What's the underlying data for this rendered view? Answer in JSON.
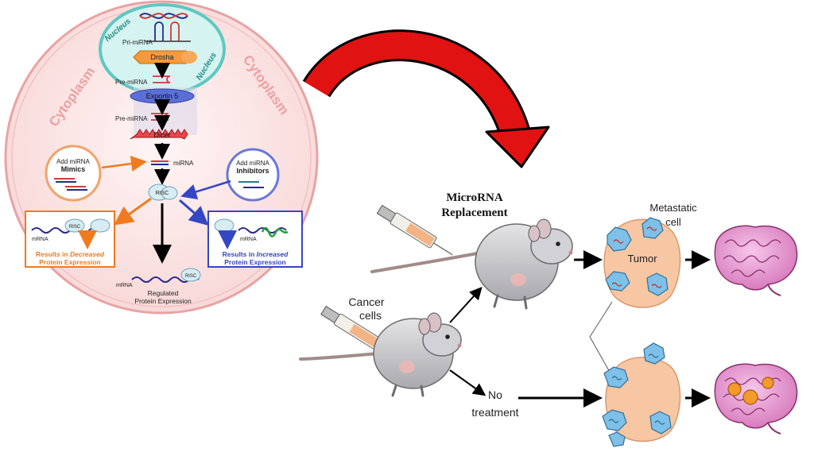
{
  "cell": {
    "cytoplasm_left": "Cytoplasm",
    "cytoplasm_right": "Cytoplasm",
    "nucleus_left": "Nucleus",
    "nucleus_right": "Nucleus",
    "pri_mirna": "Pri-miRNA",
    "drosha": "Drosha",
    "pre_mirna_1": "Pre-miRNA",
    "exportin": "Exportin 5",
    "pre_mirna_2": "Pre-miRNA",
    "dicer": "Dicer",
    "mirna": "miRNA",
    "risc": "RISC",
    "mimics_line1": "Add miRNA",
    "mimics_line2": "Mimics",
    "inhibitors_line1": "Add miRNA",
    "inhibitors_line2": "Inhibitors",
    "left_box": {
      "mrna": "mRNA",
      "risc": "RISC",
      "result_prefix": "Results in ",
      "result_em": "Decreased",
      "result_line2": "Protein Expression"
    },
    "right_box": {
      "mrna": "mRNA",
      "result_prefix": "Results in ",
      "result_em": "Increased",
      "result_line2": "Protein Expression"
    },
    "bottom_mrna": "mRNA",
    "bottom_risc": "RISC",
    "regulated_line1": "Regulated",
    "regulated_line2": "Protein Expression"
  },
  "experiment": {
    "replacement_line1": "MicroRNA",
    "replacement_line2": "Replacement",
    "cancer_line1": "Cancer",
    "cancer_line2": "cells",
    "no_treatment_line1": "No",
    "no_treatment_line2": "treatment",
    "metastatic_line1": "Metastatic",
    "metastatic_line2": "cell",
    "tumor": "Tumor"
  },
  "colors": {
    "cell_fill": "#fbe4e4",
    "cell_stroke": "#e8a3a3",
    "nucleus_fill": "#d5f3f0",
    "nucleus_stroke": "#5fc8c0",
    "drosha": "#f59a3c",
    "exportin": "#5b6fd6",
    "dicer": "#e8484c",
    "mimics_orange": "#f07a1e",
    "inhibitor_blue": "#3346c4",
    "big_arrow_red": "#e01212",
    "tumor_fill": "#f7c6a2",
    "cell_blue": "#7fc0e8",
    "brain_pink": "#e58fcc",
    "metastasis_orange": "#f39a2a"
  }
}
